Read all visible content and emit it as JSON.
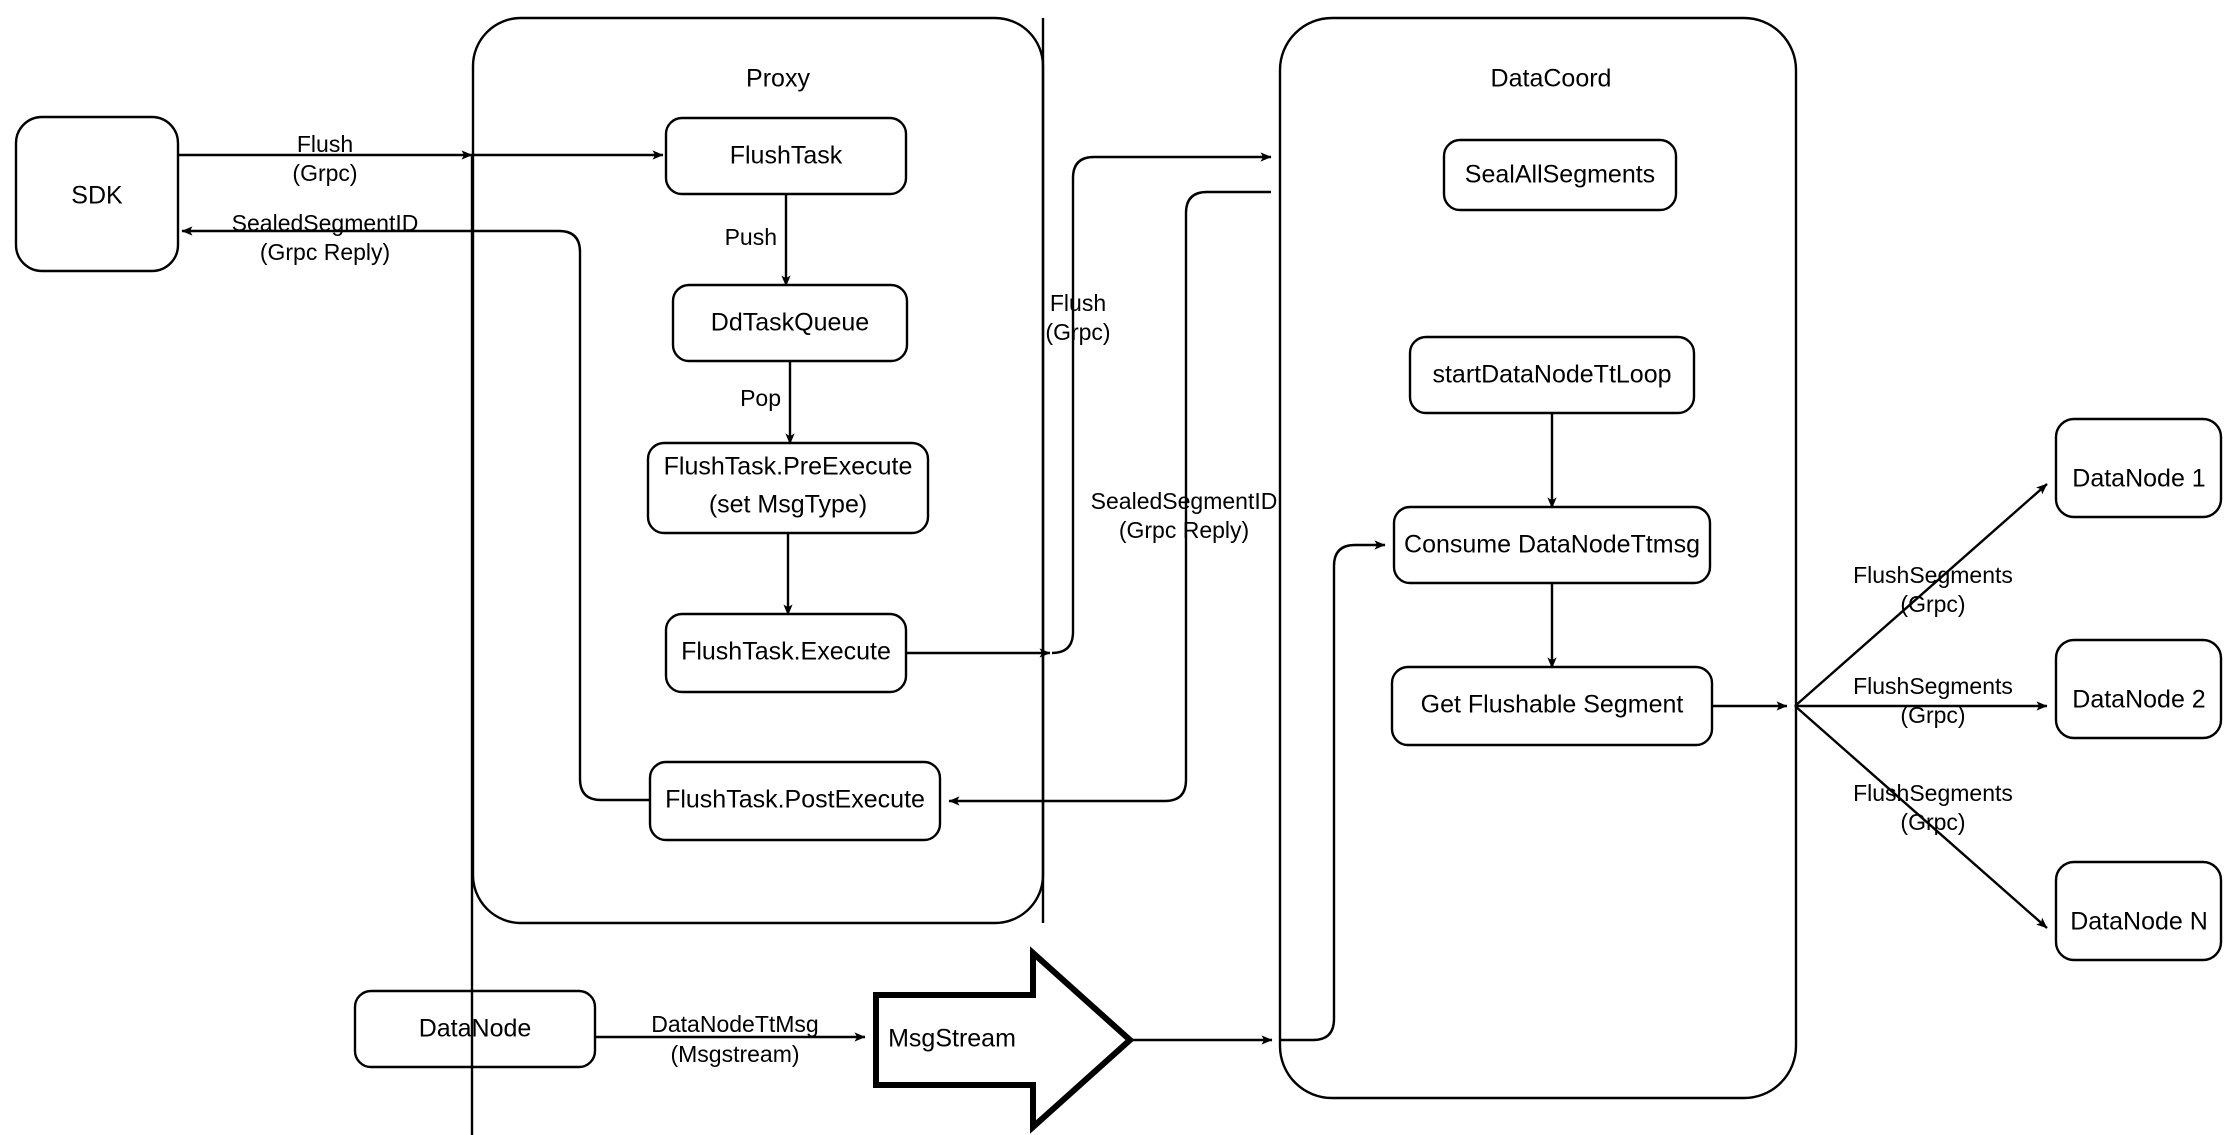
{
  "diagram": {
    "title": "Milvus Flush Sequence Flow",
    "background_color": "#ffffff",
    "stroke_color": "#000000"
  },
  "containers": [
    {
      "id": "proxy",
      "label": "Proxy"
    },
    {
      "id": "datacoord",
      "label": "DataCoord"
    }
  ],
  "nodes": {
    "sdk": "SDK",
    "flush_task": "FlushTask",
    "dd_task_queue": "DdTaskQueue",
    "pre_execute_line1": "FlushTask.PreExecute",
    "pre_execute_line2": "(set MsgType)",
    "execute": "FlushTask.Execute",
    "post_execute": "FlushTask.PostExecute",
    "seal_all_segments": "SealAllSegments",
    "start_datanode_tt_loop": "startDataNodeTtLoop",
    "consume_datanode_ttmsg": "Consume DataNodeTtmsg",
    "get_flushable_segment": "Get Flushable Segment",
    "datanode_source": "DataNode",
    "msgstream": "MsgStream",
    "datanode_1": "DataNode 1",
    "datanode_2": "DataNode 2",
    "datanode_n": "DataNode N"
  },
  "edge_labels": {
    "sdk_to_proxy_l1": "Flush",
    "sdk_to_proxy_l2": "(Grpc)",
    "proxy_to_sdk_l1": "SealedSegmentID",
    "proxy_to_sdk_l2": "(Grpc Reply)",
    "push": "Push",
    "pop": "Pop",
    "proxy_to_coord_l1": "Flush",
    "proxy_to_coord_l2": "(Grpc)",
    "coord_to_proxy_l1": "SealedSegmentID",
    "coord_to_proxy_l2": "(Grpc Reply)",
    "datanode_ttmsg_l1": "DataNodeTtMsg",
    "datanode_ttmsg_l2": "(Msgstream)",
    "flush_segments_1_l1": "FlushSegments",
    "flush_segments_1_l2": "(Grpc)",
    "flush_segments_2_l1": "FlushSegments",
    "flush_segments_2_l2": "(Grpc)",
    "flush_segments_n_l1": "FlushSegments",
    "flush_segments_n_l2": "(Grpc)"
  }
}
